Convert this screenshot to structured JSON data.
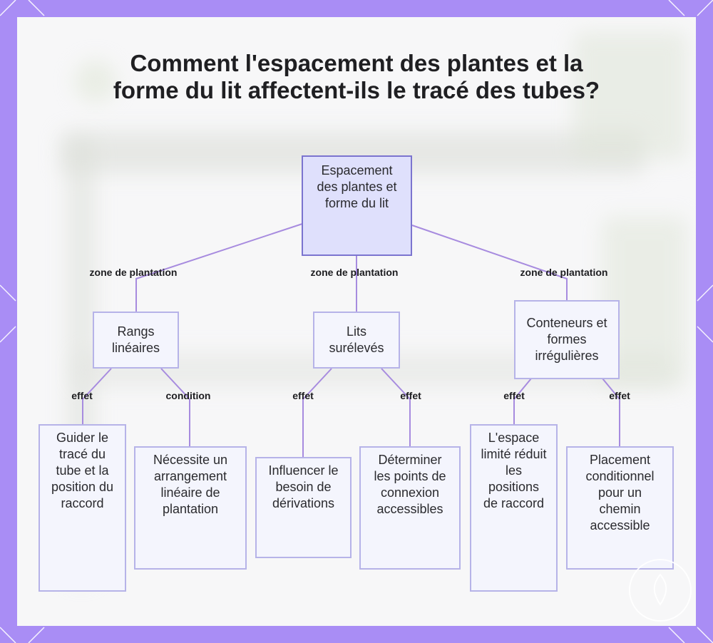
{
  "title": "Comment l'espacement des plantes et la forme du lit affectent-ils le tracé des tubes?",
  "colors": {
    "frame": "#a98df5",
    "line": "#a78bdf",
    "node_fill": "#f4f5fd",
    "node_border": "#b6b3e8",
    "root_fill": "#dfe0fc",
    "root_border": "#7b74cf"
  },
  "root": {
    "label": "Espacement des plantes et forme du lit"
  },
  "zones": [
    {
      "edge_label": "zone de plantation",
      "label": "Rangs linéaires",
      "children": [
        {
          "edge_label": "effet",
          "label": "Guider le tracé du tube et la position du raccord"
        },
        {
          "edge_label": "condition",
          "label": "Nécessite un arrangement linéaire de plantation"
        }
      ]
    },
    {
      "edge_label": "zone de plantation",
      "label": "Lits surélevés",
      "children": [
        {
          "edge_label": "effet",
          "label": "Influencer le besoin de dérivations"
        },
        {
          "edge_label": "effet",
          "label": "Déterminer les points de connexion accessibles"
        }
      ]
    },
    {
      "edge_label": "zone de plantation",
      "label": "Conteneurs et formes irrégulières",
      "children": [
        {
          "edge_label": "effet",
          "label": "L'espace limité réduit les positions de raccord"
        },
        {
          "edge_label": "effet",
          "label": "Placement conditionnel pour un chemin accessible"
        }
      ]
    }
  ]
}
